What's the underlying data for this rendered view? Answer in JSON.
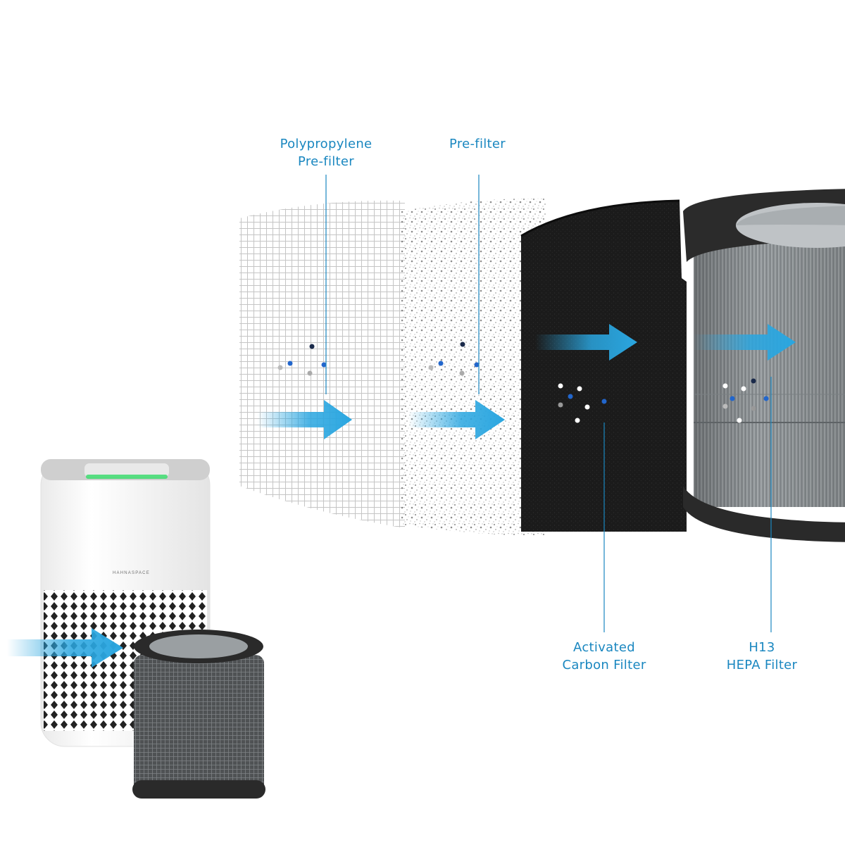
{
  "callouts": {
    "polypropylene_prefilter": {
      "line1": "Polypropylene",
      "line2": "Pre-filter"
    },
    "prefilter": {
      "line1": "Pre-filter"
    },
    "activated_carbon": {
      "line1": "Activated",
      "line2": "Carbon Filter"
    },
    "hepa": {
      "line1": "H13",
      "line2": "HEPA Filter"
    }
  },
  "purifier": {
    "brand": "HAHNASPACE",
    "light_color": "#3ddc6e"
  },
  "colors": {
    "accent": "#1a87c0",
    "arrow": "#2aa6e0",
    "leader_line": "#1a87c0",
    "carbon": "#1b1b1b",
    "hepa_frame": "#2a2a2a",
    "hepa_media": "#8e9396"
  },
  "icons": [
    "airflow-arrow-icon",
    "particle-dots-icon",
    "leader-line-icon"
  ]
}
